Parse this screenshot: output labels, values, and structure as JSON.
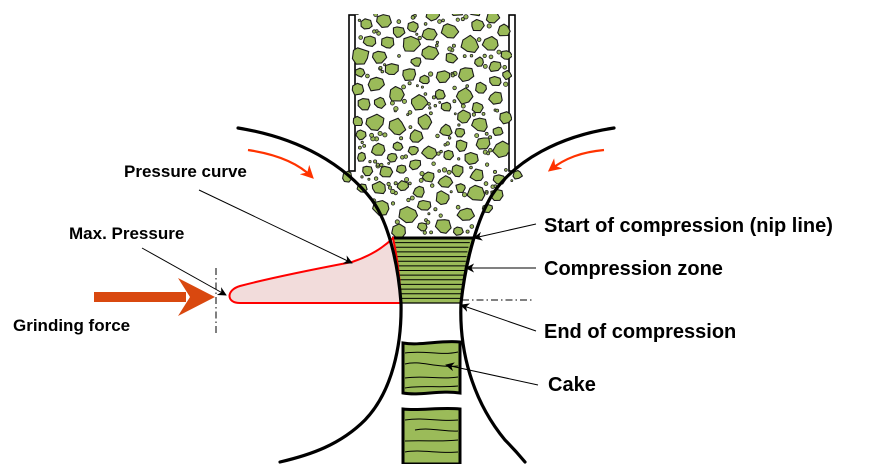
{
  "title": "High-pressure grinding roll compression diagram",
  "labels": {
    "pressure_curve": "Pressure curve",
    "max_pressure": "Max. Pressure",
    "grinding_force": "Grinding force",
    "start_of_compression": "Start of compression (nip line)",
    "compression_zone": "Compression zone",
    "end_of_compression": "End of compression",
    "cake": "Cake"
  },
  "colors": {
    "material_green": "#9bbb59",
    "pressure_curve_stroke": "#ff0000",
    "pressure_fill": "#f2dcdb",
    "rotation_arrow": "#ff3300",
    "force_arrow": "#d9480f",
    "outline": "#000000"
  },
  "components": {
    "feed_chute": "Feed chute with green particles",
    "rolls": [
      "Left roll",
      "Right roll"
    ],
    "compression_layers": 14,
    "cake_blocks": 2
  }
}
